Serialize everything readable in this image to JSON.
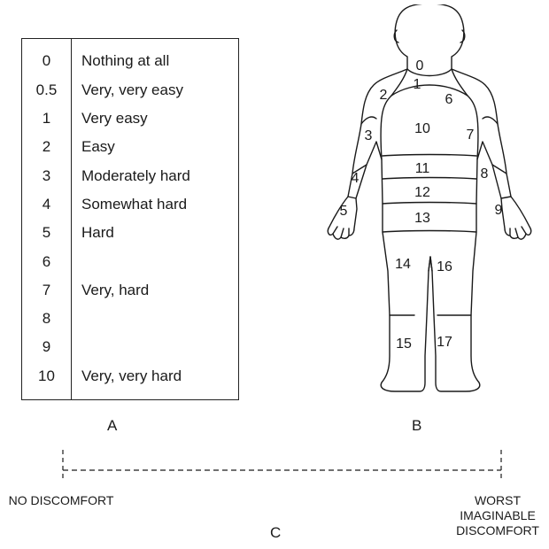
{
  "panel_a": {
    "label": "A",
    "rows": [
      {
        "value": "0",
        "label": "Nothing at all"
      },
      {
        "value": "0.5",
        "label": "Very, very easy"
      },
      {
        "value": "1",
        "label": "Very easy"
      },
      {
        "value": "2",
        "label": "Easy"
      },
      {
        "value": "3",
        "label": "Moderately hard"
      },
      {
        "value": "4",
        "label": "Somewhat hard"
      },
      {
        "value": "5",
        "label": "Hard"
      },
      {
        "value": "6",
        "label": ""
      },
      {
        "value": "7",
        "label": "Very, hard"
      },
      {
        "value": "8",
        "label": ""
      },
      {
        "value": "9",
        "label": ""
      },
      {
        "value": "10",
        "label": "Very, very hard"
      }
    ]
  },
  "panel_b": {
    "label": "B",
    "regions": [
      "0",
      "1",
      "2",
      "3",
      "4",
      "5",
      "6",
      "7",
      "8",
      "9",
      "10",
      "11",
      "12",
      "13",
      "14",
      "15",
      "16",
      "17"
    ]
  },
  "panel_c": {
    "label": "C",
    "left_anchor": "NO DISCOMFORT",
    "right_anchor": "WORST IMAGINABLE DISCOMFORT"
  }
}
